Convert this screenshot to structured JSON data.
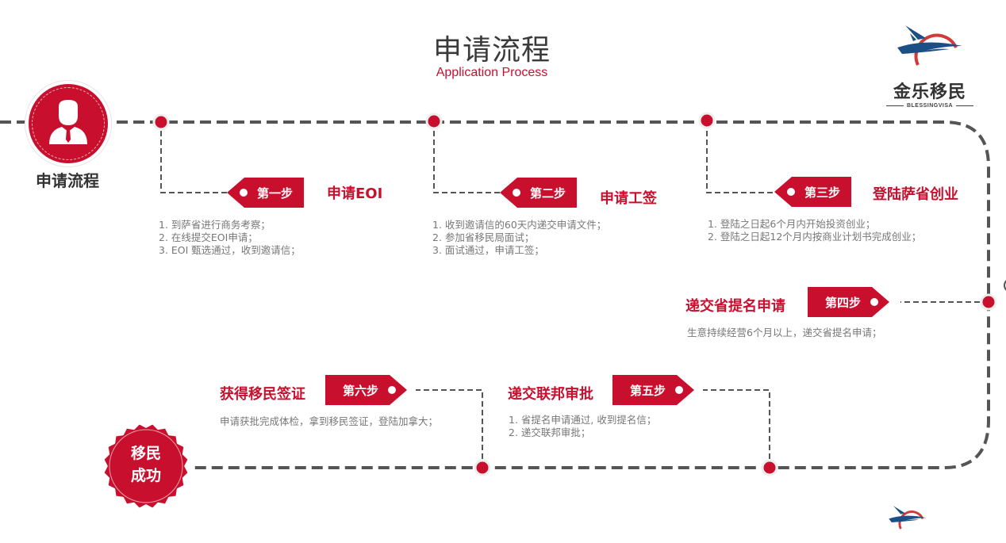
{
  "header": {
    "title": "申请流程",
    "subtitle": "Application Process"
  },
  "logo": {
    "name": "金乐移民",
    "tagline": "BLESSINGVISA",
    "icon": "wing-globe-logo-icon"
  },
  "colors": {
    "accent": "#c8102e",
    "line": "#555555",
    "text": "#333333",
    "muted": "#777777"
  },
  "start": {
    "icon": "person-icon",
    "label": "申请流程"
  },
  "steps": [
    {
      "tag": "第一步",
      "title": "申请EOI",
      "items": [
        "1. 到萨省进行商务考察；",
        "2. 在线提交EOI申请；",
        "3. EOI 甄选通过，收到邀请信；"
      ]
    },
    {
      "tag": "第二步",
      "title": "申请工签",
      "items": [
        "1. 收到邀请信的60天内递交申请文件；",
        "2. 参加省移民局面试；",
        "3. 面试通过，申请工签；"
      ]
    },
    {
      "tag": "第三步",
      "title": "登陆萨省创业",
      "items": [
        "1. 登陆之日起6个月内开始投资创业；",
        "2. 登陆之日起12个月内按商业计划书完成创业；"
      ]
    },
    {
      "tag": "第四步",
      "title": "递交省提名申请",
      "items": [
        "生意持续经营6个月以上，递交省提名申请；"
      ]
    },
    {
      "tag": "第五步",
      "title": "递交联邦审批",
      "items": [
        "1. 省提名申请通过, 收到提名信；",
        "2. 递交联邦审批；"
      ]
    },
    {
      "tag": "第六步",
      "title": "获得移民签证",
      "items": [
        "申请获批完成体检，拿到移民签证，登陆加拿大；"
      ]
    }
  ],
  "end": {
    "line1": "移民",
    "line2": "成功"
  }
}
